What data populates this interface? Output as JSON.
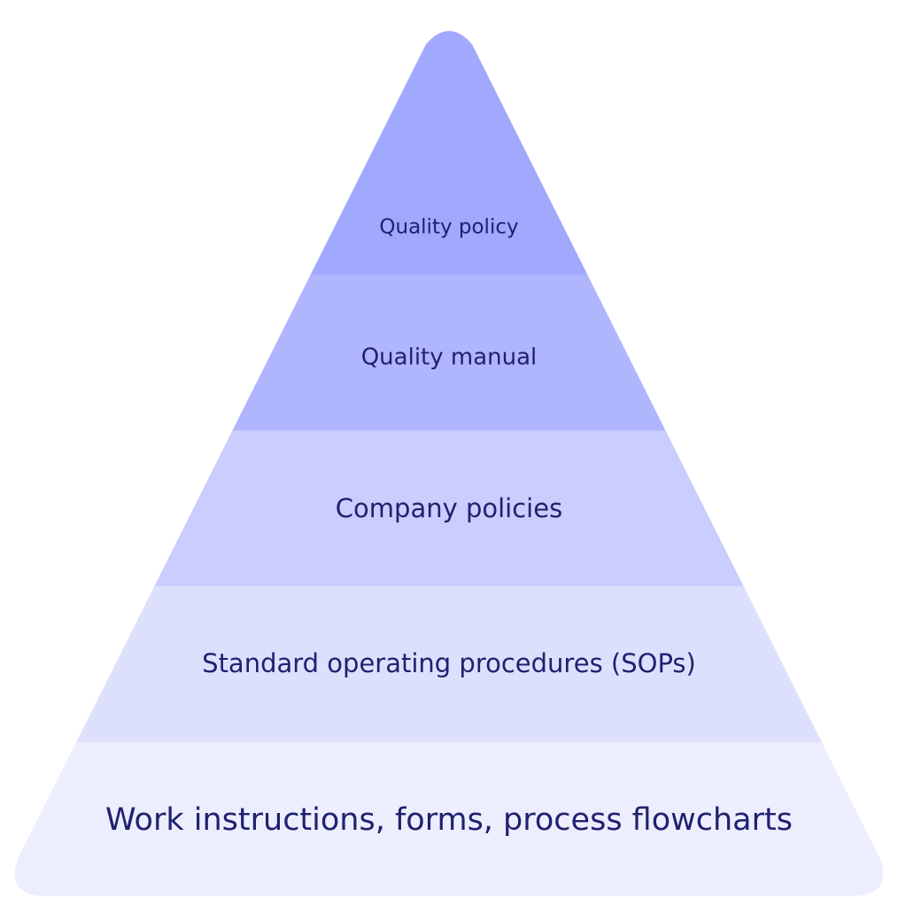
{
  "pyramid": {
    "tiers": [
      {
        "label": "Quality policy",
        "color": "#a1a8fd",
        "text_color": "#1f2170"
      },
      {
        "label": "Quality manual",
        "color": "#b0b6fd",
        "text_color": "#1f2170"
      },
      {
        "label": "Company policies",
        "color": "#cacdfd",
        "text_color": "#1f2170"
      },
      {
        "label": "Standard operating procedures (SOPs)",
        "color": "#dde0fd",
        "text_color": "#1f2170"
      },
      {
        "label": "Work instructions, forms, process flowcharts",
        "color": "#eceefd",
        "text_color": "#1f2170"
      }
    ]
  }
}
